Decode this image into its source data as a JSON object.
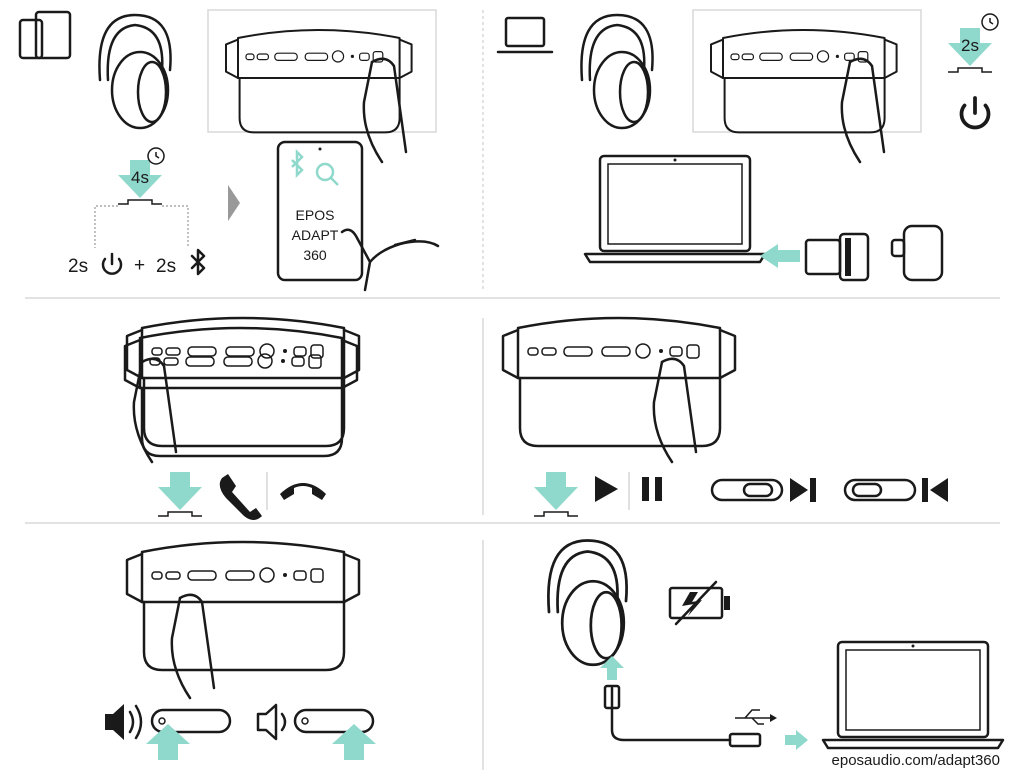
{
  "pairing": {
    "hold_time": "4s",
    "power_time": "2s",
    "plus": "+",
    "bt_time": "2s",
    "phone_screen": [
      "EPOS",
      "ADAPT",
      "360"
    ]
  },
  "dongle": {
    "hold_time": "2s"
  },
  "charging": {
    "url": "eposaudio.com/adapt360"
  },
  "colors": {
    "accent": "#8fd8cc",
    "ink": "#1a1a1a",
    "divider": "#d8d8d8"
  }
}
